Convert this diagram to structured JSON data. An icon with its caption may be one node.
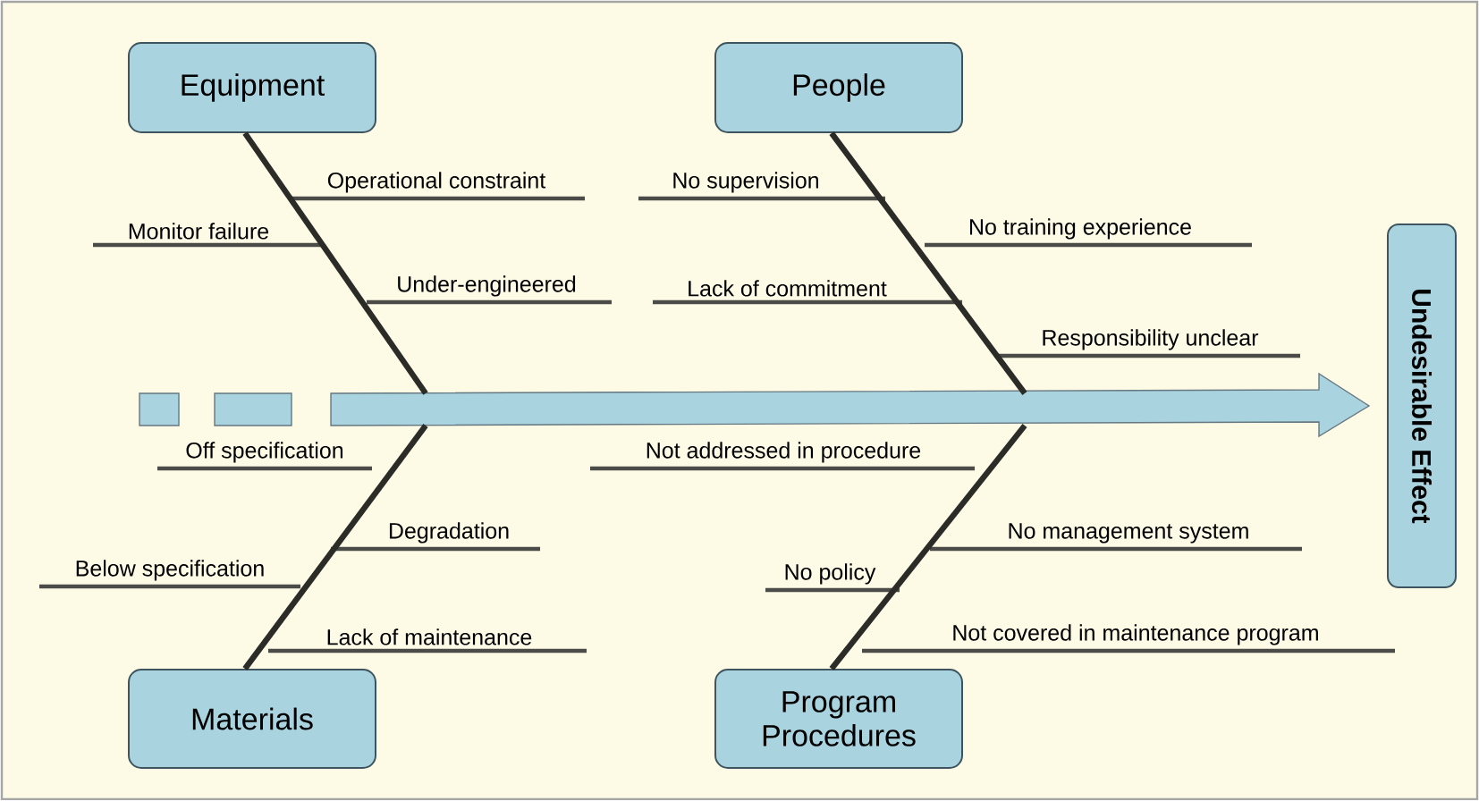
{
  "diagram": {
    "nodes": [
      {
        "text": [
          "Equipment"
        ]
      },
      {
        "text": [
          "People"
        ]
      },
      {
        "text": [
          "Undesirable Effect"
        ]
      },
      {
        "text": [
          "Materials"
        ]
      },
      {
        "text": [
          "Program Procedures"
        ]
      }
    ],
    "edges": [
      {
        "from": null,
        "to": 2,
        "arrow": "to"
      },
      {
        "from": 0,
        "to": null,
        "arrow": "none"
      },
      {
        "from": 1,
        "to": null,
        "arrow": "none"
      },
      {
        "from": 3,
        "to": null,
        "arrow": "none"
      },
      {
        "from": 4,
        "to": null,
        "arrow": "none"
      }
    ],
    "labels": [
      "Operational constraint",
      "No supervision",
      "Monitor failure",
      "No training experience",
      "Under-engineered",
      "Lack of commitment",
      "Responsibility unclear",
      "Off specification",
      "Not addressed in procedure",
      "Degradation",
      "No management system",
      "Below specification",
      "No policy",
      "Lack of maintenance",
      "Not covered in maintenance program"
    ]
  }
}
